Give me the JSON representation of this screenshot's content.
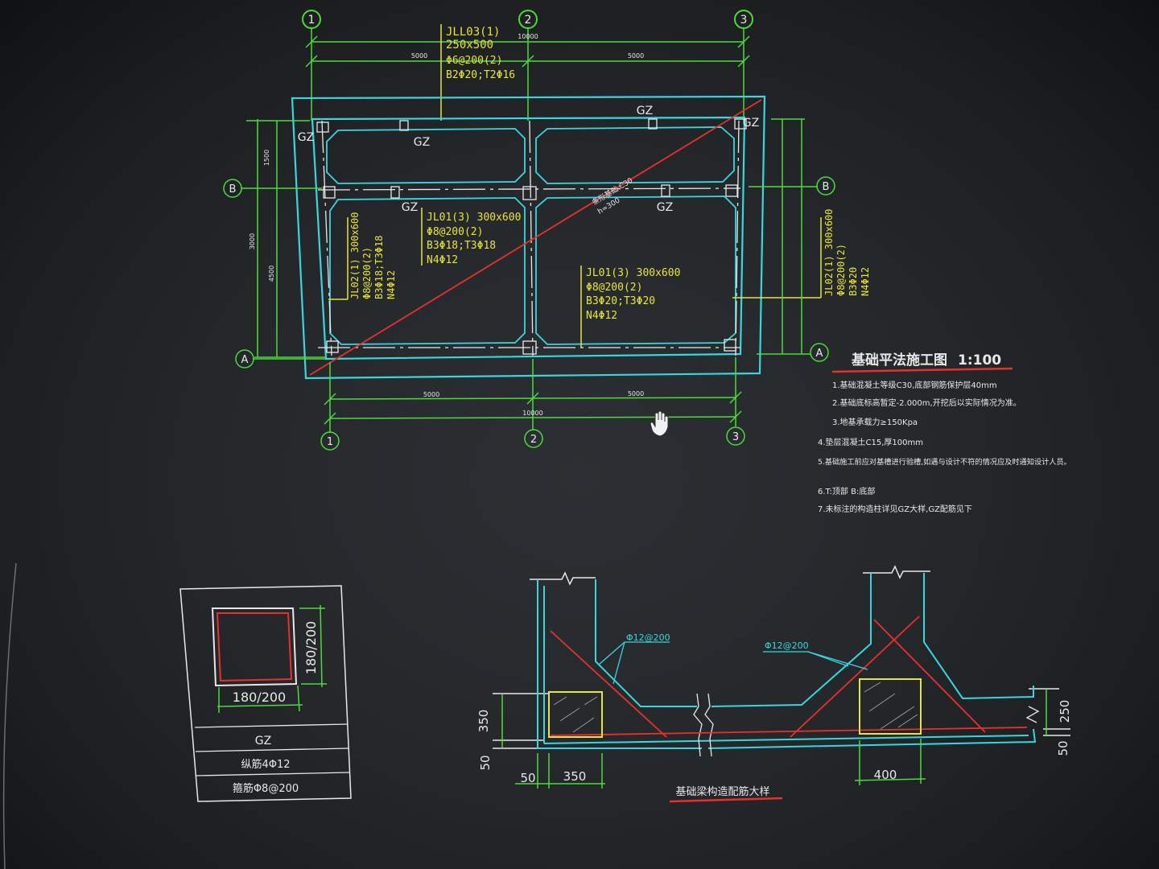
{
  "plan": {
    "axes": {
      "num": [
        "1",
        "2",
        "3"
      ],
      "letters": [
        "A",
        "B"
      ]
    },
    "dims_top": [
      "5000",
      "5000",
      "10000"
    ],
    "dims_bottom": [
      "5000",
      "5000",
      "10000"
    ],
    "dims_left": [
      "1500",
      "3000",
      "4500"
    ],
    "gz_labels": [
      "GZ",
      "GZ",
      "GZ",
      "GZ",
      "GZ",
      "GZ"
    ],
    "beam_top": [
      "JLL03(1)",
      "250x500",
      "Φ6@200(2)",
      "B2Φ20;T2Φ16"
    ],
    "beam_jl01_a": [
      "JL01(3) 300x600",
      "Φ8@200(2)",
      "B3Φ18;T3Φ18",
      "N4Φ12"
    ],
    "beam_jl01_b": [
      "JL01(3) 300x600",
      "Φ8@200(2)",
      "B3Φ20;T3Φ20",
      "N4Φ12"
    ],
    "beam_jl02_left": [
      "JL02(1) 300x600",
      "Φ8@200(2)",
      "B3Φ18;T3Φ18",
      "N4Φ12"
    ],
    "beam_jl02_right": [
      "JL02(1) 300x600",
      "Φ8@200(2)",
      "B3Φ20",
      "N4Φ12"
    ],
    "diag_note": [
      "条形基础 C30",
      "h=300"
    ]
  },
  "notes": {
    "title": "基础平法施工图",
    "scale": "1:100",
    "items": [
      "1.基础混凝土等级C30,底部钢筋保护层40mm",
      "2.基础底标高暂定-2.000m,开挖后以实际情况为准。",
      "3.地基承载力≥150Kpa",
      "4.垫层混凝土C15,厚100mm",
      "5.基础施工前应对基槽进行验槽,如遇与设计不符的情况应及时通知设计人员。",
      "6.T:顶部 B:底部",
      "7.未标注的构造柱详见GZ大样,GZ配筋见下"
    ]
  },
  "gz_detail": {
    "dim_w": "180/200",
    "dim_h": "180/200",
    "name": "GZ",
    "row1": "纵筋4Φ12",
    "row2": "箍筋Φ8@200"
  },
  "section": {
    "rebar_a": "Φ12@200",
    "rebar_b": "Φ12@200",
    "dim_350_v": "350",
    "dim_50_l": "50",
    "dim_50_b": "50",
    "dim_350_h": "350",
    "dim_400": "400",
    "dim_250": "250",
    "dim_50_r": "50",
    "title": "基础梁构造配筋大样"
  },
  "colors": {
    "background": "#25282b",
    "green": "#4bdc3a",
    "cyan": "#3ad6e0",
    "yellow": "#e8e43a",
    "red": "#e8302c",
    "white": "#e8e8e8"
  },
  "icons": [
    "hand-cursor-icon"
  ]
}
